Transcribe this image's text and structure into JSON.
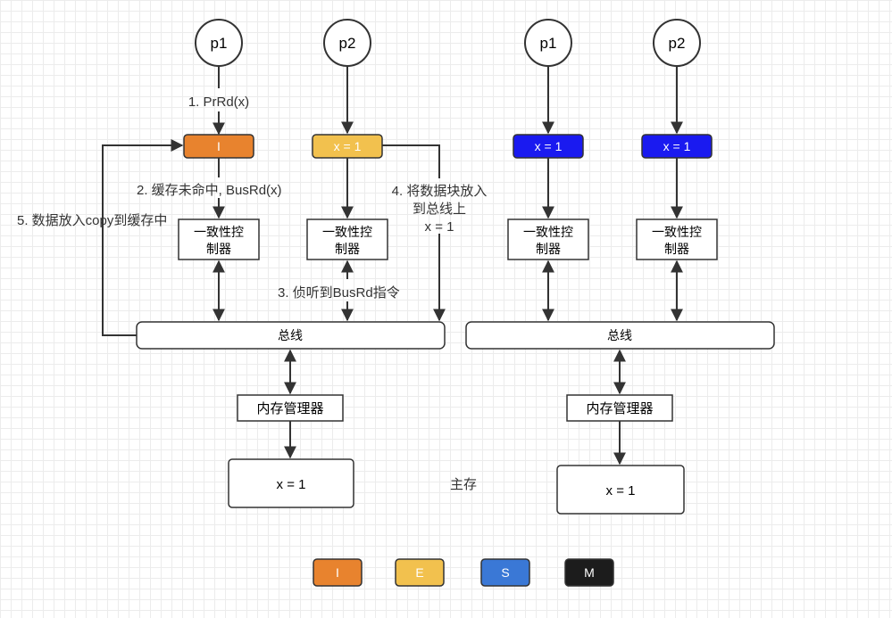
{
  "left": {
    "p1": "p1",
    "p2": "p2",
    "cache_p1": "I",
    "cache_p2": "x = 1",
    "controller_p1": [
      "一致性控",
      "制器"
    ],
    "controller_p2": [
      "一致性控",
      "制器"
    ],
    "bus": "总线",
    "memory_manager": "内存管理器",
    "memory": "x = 1",
    "steps": {
      "step1": "1. PrRd(x)",
      "step2": "2. 缓存未命中, BusRd(x)",
      "step3": "3. 侦听到BusRd指令",
      "step4": [
        "4. 将数据块放入",
        "到总线上",
        "x = 1"
      ],
      "step5": "5. 数据放入copy到缓存中"
    }
  },
  "main_memory_label": "主存",
  "right": {
    "p1": "p1",
    "p2": "p2",
    "cache_p1": "x = 1",
    "cache_p2": "x = 1",
    "controller_p1": [
      "一致性控",
      "制器"
    ],
    "controller_p2": [
      "一致性控",
      "制器"
    ],
    "bus": "总线",
    "memory_manager": "内存管理器",
    "memory": "x = 1"
  },
  "legend": [
    {
      "label": "I",
      "color": "#e8832e"
    },
    {
      "label": "E",
      "color": "#f2c14e"
    },
    {
      "label": "S",
      "color": "#3a78d6"
    },
    {
      "label": "M",
      "color": "#1c1c1c"
    }
  ],
  "colors": {
    "invalid": "#e8832e",
    "exclusive": "#f2c14e",
    "shared": "#1a1af0",
    "line": "#333333"
  }
}
